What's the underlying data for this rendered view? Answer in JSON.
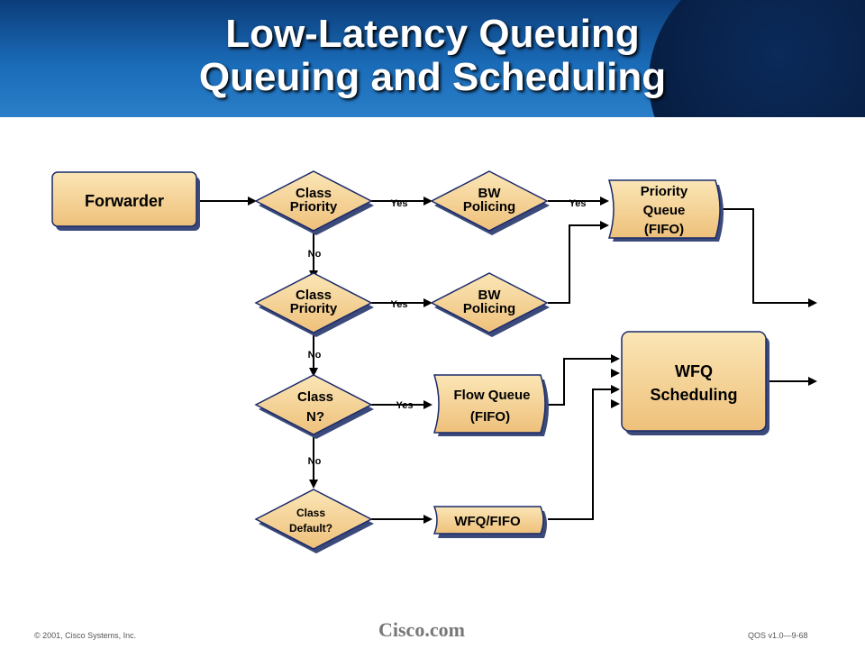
{
  "title": {
    "line1": "Low-Latency Queuing",
    "line2": "Queuing and Scheduling"
  },
  "nodes": {
    "forwarder": "Forwarder",
    "class_priority_1": [
      "Class",
      "Priority"
    ],
    "class_priority_2": [
      "Class",
      "Priority"
    ],
    "class_n": [
      "Class",
      "N?"
    ],
    "class_default": [
      "Class",
      "Default?"
    ],
    "bw_policing_1": [
      "BW",
      "Policing"
    ],
    "bw_policing_2": [
      "BW",
      "Policing"
    ],
    "priority_queue": [
      "Priority",
      "Queue",
      "(FIFO)"
    ],
    "flow_queue": [
      "Flow Queue",
      "(FIFO)"
    ],
    "wfq_fifo": "WFQ/FIFO",
    "wfq_scheduling": [
      "WFQ",
      "Scheduling"
    ]
  },
  "edge_labels": {
    "yes": "Yes",
    "no": "No"
  },
  "footer": {
    "copyright": "© 2001, Cisco Systems, Inc.",
    "logo": "Cisco.com",
    "slide_id": "QOS v1.0—9-68"
  },
  "colors": {
    "node_fill": "#f8dca0",
    "node_fill_dark": "#e8b860",
    "node_border": "#1a2a6a",
    "header_top": "#0b3d7a",
    "header_bottom": "#2a7fc8"
  }
}
